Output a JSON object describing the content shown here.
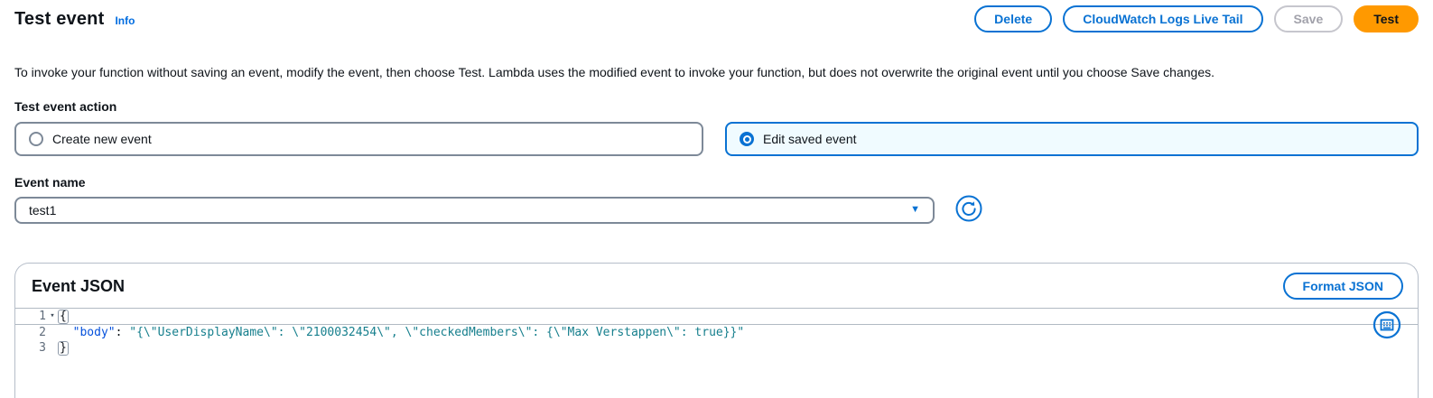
{
  "header": {
    "title": "Test event",
    "info_label": "Info",
    "buttons": {
      "delete": "Delete",
      "cloudwatch": "CloudWatch Logs Live Tail",
      "save": "Save",
      "test": "Test"
    }
  },
  "description": "To invoke your function without saving an event, modify the event, then choose Test. Lambda uses the modified event to invoke your function, but does not overwrite the original event until you choose Save changes.",
  "test_event_action": {
    "label": "Test event action",
    "options": [
      {
        "label": "Create new event",
        "selected": false
      },
      {
        "label": "Edit saved event",
        "selected": true
      }
    ]
  },
  "event_name": {
    "label": "Event name",
    "value": "test1",
    "caret": "▼"
  },
  "event_json": {
    "title": "Event JSON",
    "format_button": "Format JSON",
    "lines": [
      {
        "number": "1",
        "fold": "▾",
        "open_bracket": "{"
      },
      {
        "number": "2",
        "indent": "  ",
        "key": "\"body\"",
        "colon": ": ",
        "string": "\"{\\\"UserDisplayName\\\": \\\"2100032454\\\", \\\"checkedMembers\\\": {\\\"Max Verstappen\\\": true}}\""
      },
      {
        "number": "3",
        "close_bracket": "}"
      }
    ]
  },
  "icons": {
    "refresh": "refresh-icon",
    "keyboard": "keyboard-icon"
  },
  "colors": {
    "accent_blue": "#0972d3",
    "link_blue": "#006ce0",
    "primary_orange": "#ff9900",
    "selected_tile_bg": "#f0fbff",
    "border_gray": "#7d8998",
    "disabled_gray": "#a2a2ab",
    "code_key": "#0551dc",
    "code_string": "#167f8d",
    "line_number": "#5f6b7a"
  }
}
